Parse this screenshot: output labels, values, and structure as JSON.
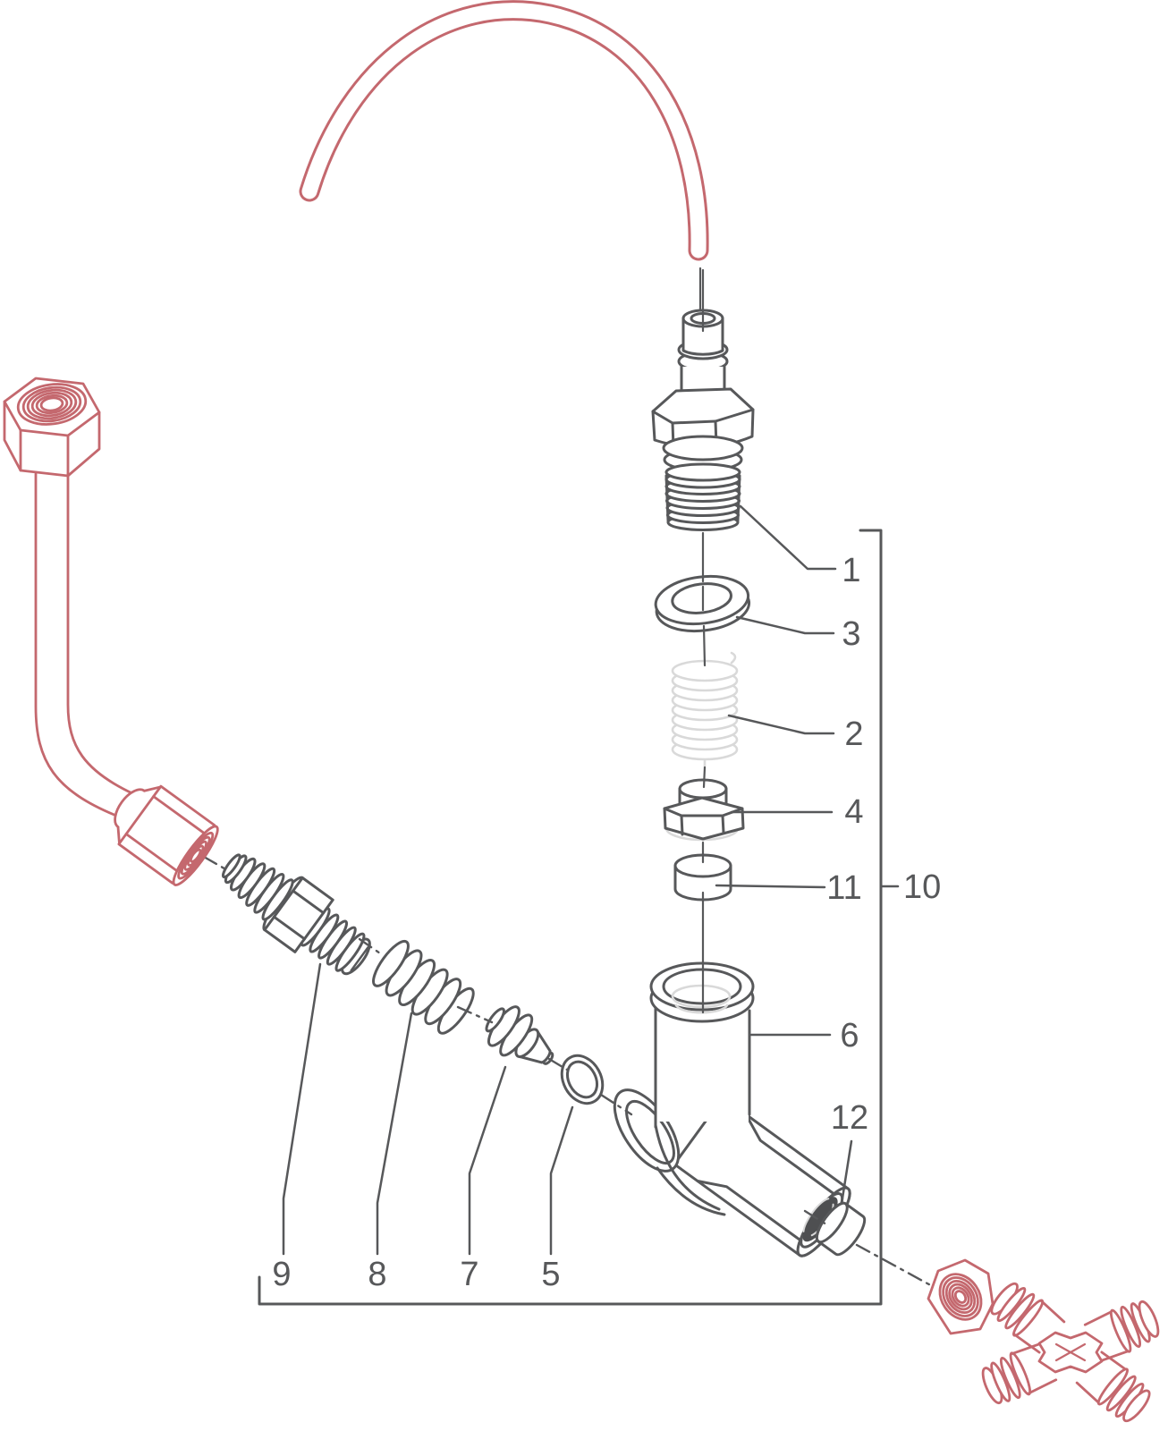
{
  "figure": {
    "kind": "exploded-parts-diagram",
    "background_color": "#ffffff",
    "outline_color": "#57585a",
    "accent_color": "#c4686e",
    "light_color": "#d9d9d9",
    "bore_fill_color": "#4e4f51",
    "callouts": {
      "c1": "1",
      "c2": "2",
      "c3": "3",
      "c4": "4",
      "c5": "5",
      "c6": "6",
      "c7": "7",
      "c8": "8",
      "c9": "9",
      "c10": "10",
      "c11": "11",
      "c12": "12"
    }
  }
}
